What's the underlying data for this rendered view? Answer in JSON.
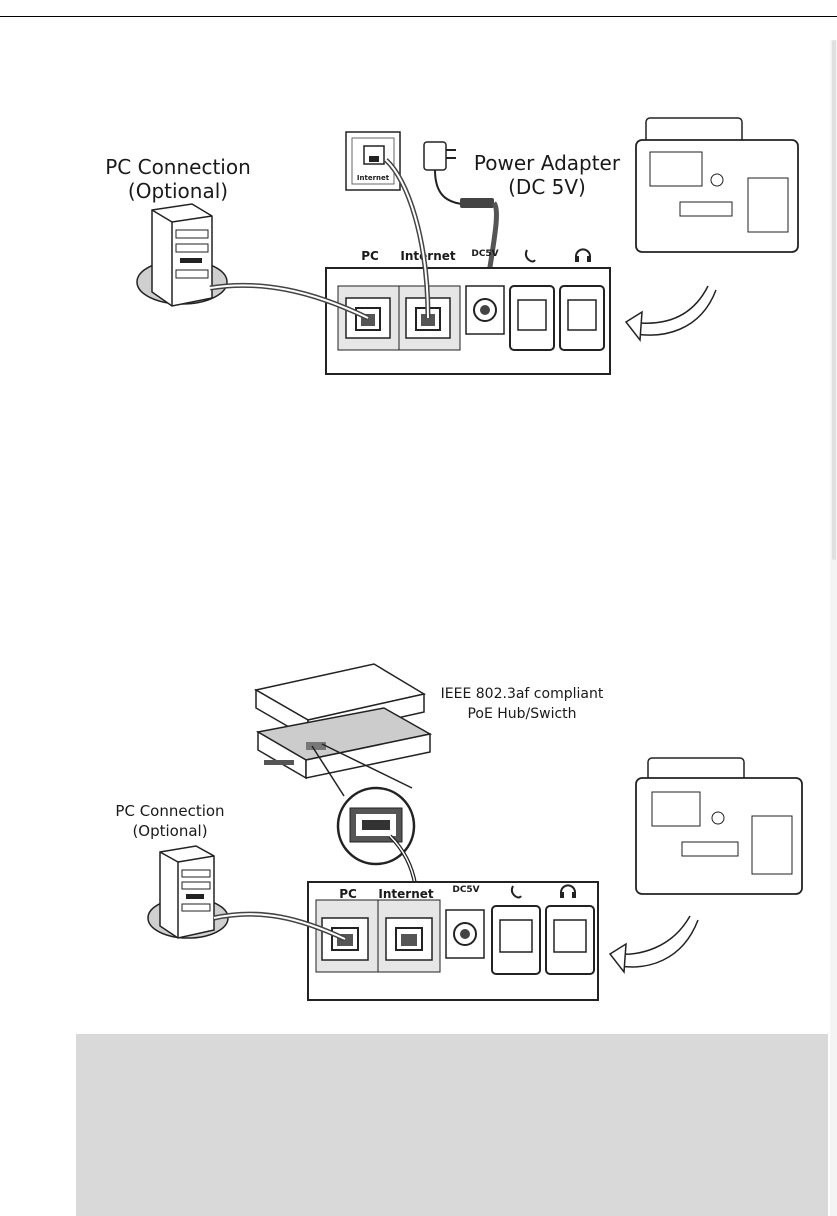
{
  "figure1": {
    "pc_connection_line1": "PC Connection",
    "pc_connection_line2": "(Optional)",
    "power_adapter_line1": "Power Adapter",
    "power_adapter_line2": "(DC 5V)",
    "wall_jack_label": "Internet",
    "port_pc": "PC",
    "port_internet": "Internet",
    "port_dc5v": "DC5V"
  },
  "figure2": {
    "switch_label_line1": "IEEE 802.3af compliant",
    "switch_label_line2": "PoE Hub/Swicth",
    "pc_connection_line1": "PC Connection",
    "pc_connection_line2": "(Optional)",
    "port_pc": "PC",
    "port_internet": "Internet",
    "port_dc5v": "DC5V"
  },
  "note": {
    "background": "#d9d9d9"
  }
}
